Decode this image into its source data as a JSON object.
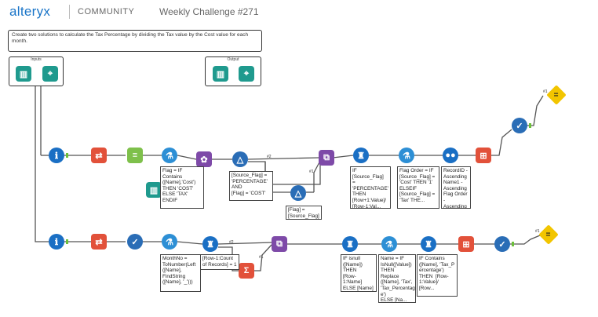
{
  "header": {
    "brand": "alteryx",
    "community": "COMMUNITY",
    "challenge": "Weekly Challenge #271"
  },
  "description": "Create two solutions to calculate the Tax Percentage by dividing the Tax value by the Cost value for each month.",
  "containers": {
    "input_label": "Inputs",
    "output_label": "Output"
  },
  "anchors": {
    "cross_top_a": "#2",
    "cross_top_b": "#1",
    "cross_bottom_a": "#2",
    "cross_bottom_b": "#1",
    "output_top": "#1",
    "output_bottom": "#1"
  },
  "annotations": {
    "flag_formula": "Flag = IF\nContains\n([Name],'Cost')\nTHEN 'COST'\nELSE 'TAX'\nENDIF",
    "join_condition": "[Source_Flag] =\n'PERCENTAGE'\nAND\n[Flag] = 'COST'",
    "filter_flag": "[Flag] =\n[Source_Flag]",
    "percentage_formula": "IF [Source_Flag]\n=\n'PERCENTAGE'\nTHEN\n[Row+1:Value]/\n[Row-1:Val...",
    "flag_order": "Flag Order = IF\n[Source_Flag] =\n'Cost' THEN '1'\nELSEIF\n[Source_Flag] =\n'Tax' THE...",
    "sort_order": "RecordID -\nAscending\nName1 -\nAscending\nFlag Order -\nAscending",
    "month_no": "MonthNo =\nToNumber(Left\n([Name],\nFindString\n([Name], '_')))",
    "row_count": "[Row-1:Count\nof Records] = 1",
    "isnull_name": "IF isnull\n([Name]) THEN\n[Row-1:Name]\nELSE [Name]\nENDIF",
    "name_replace": "Name = IF\nIsNull([Value])\nTHEN Replace\n([Name], 'Tax',\n'Tax_Percentag\ne')\nELSE [Na...",
    "tax_percentage": "IF Contains\n([Name], 'Tax_P\nercentage')\nTHEN  [Row-\n1:Value]/\n[Row..."
  }
}
